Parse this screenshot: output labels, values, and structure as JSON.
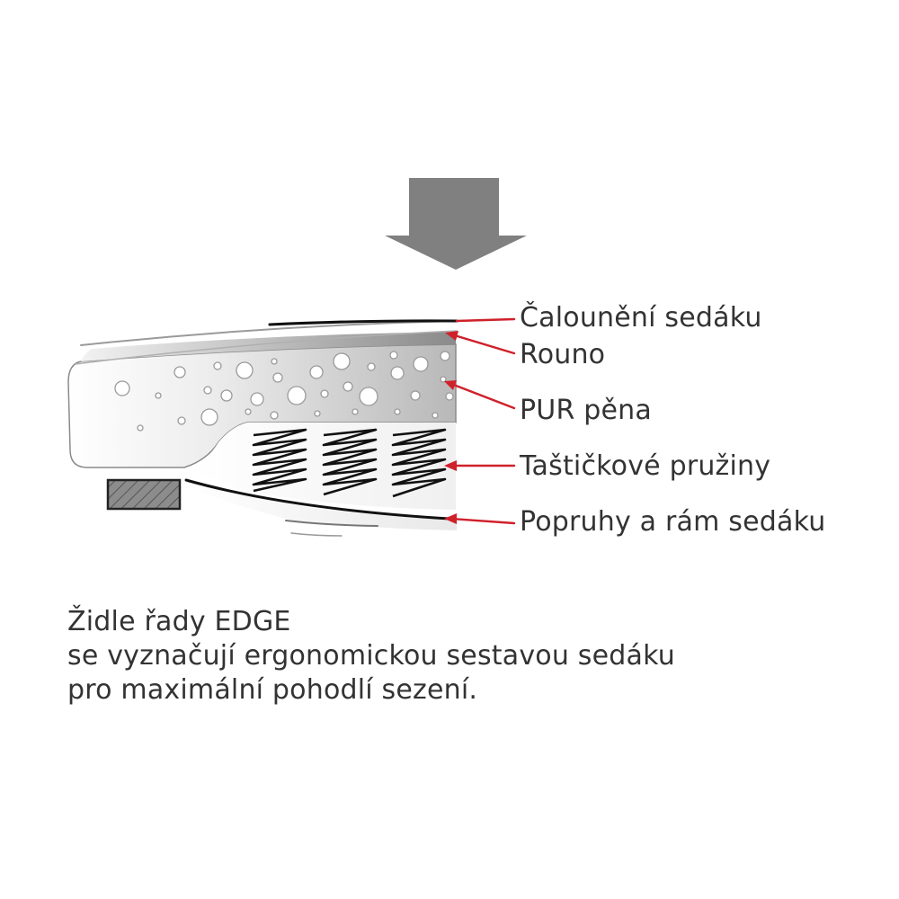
{
  "labels": {
    "upholstery": "Čalounění sedáku",
    "fleece": "Rouno",
    "foam": "PUR pěna",
    "springs": "Taštičkové pružiny",
    "frame": "Popruhy a rám sedáku"
  },
  "description": {
    "line1": "Židle řady EDGE",
    "line2": "se vyznačují ergonomickou sestavou sedáku",
    "line3": "pro maximální pohodlí sezení."
  },
  "colors": {
    "arrow_accent": "#d0202a",
    "pressure_arrow": "#808080",
    "text": "#333333"
  },
  "icons": {
    "pressure": "down-arrow-icon"
  }
}
